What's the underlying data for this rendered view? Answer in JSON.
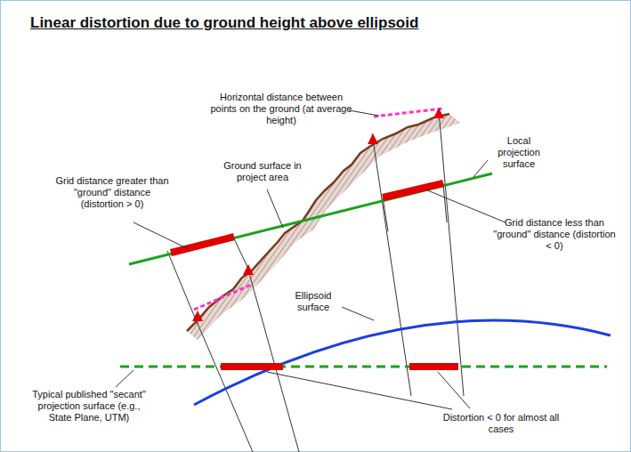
{
  "diagram": {
    "title": "Linear distortion due to ground height above ellipsoid",
    "labels": [
      "Horizontal distance between points on the ground (at average height)",
      "Local projection surface",
      "Ground surface in project area",
      "Grid distance greater than \"ground\" distance (distortion > 0)",
      "Grid distance less than \"ground\" distance (distortion < 0)",
      "Ellipsoid surface",
      "Typical published \"secant\" projection surface (e.g., State Plane, UTM)",
      "Distortion < 0 for almost all cases"
    ]
  }
}
